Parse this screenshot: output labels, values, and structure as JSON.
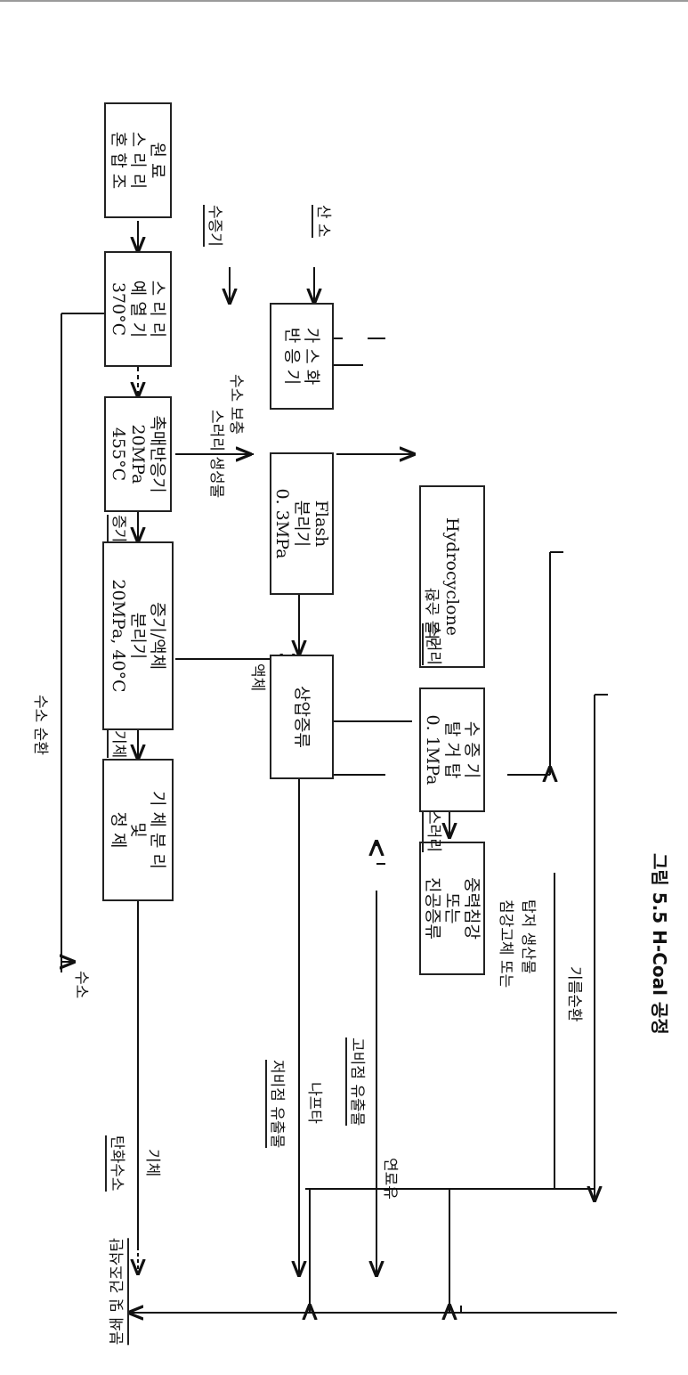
{
  "figure": {
    "caption": "그림 5.5  H-Coal 공정"
  },
  "boxes": {
    "slurry_mix": [
      "원 료",
      "스 리 리",
      "혼 합 조"
    ],
    "slurry_preheater": [
      "스 리 리",
      "예 열 기",
      "370°C"
    ],
    "catalytic_reactor": [
      "촉매반응기",
      "20MPa",
      "455°C"
    ],
    "vapor_liquid_separator": [
      "증기/액체",
      "분리기",
      "20MPa, 40°C"
    ],
    "gas_separation": [
      "기 체 분 리",
      "및",
      "정      제"
    ],
    "gasifier": [
      "가 스 화",
      "반 응 기"
    ],
    "flash_separator": [
      "Flash",
      "분리기",
      "0. 3MPa"
    ],
    "atmospheric_distillation": [
      "상압증류"
    ],
    "hydrocyclone": [
      "Hydrocyclone"
    ],
    "steam_stripper": [
      "수 증 기",
      "탈 거 탑",
      "0. 1MPa"
    ],
    "heavy_oil_separation": [
      "중력침강",
      "또는",
      "진공증류"
    ]
  },
  "labels": {
    "coal_feed": "분쇄 및 건조석탄",
    "hydrogen_recycle": "수소 순환",
    "hydrogen_makeup": "수소 보충",
    "steam_in": "수증기",
    "oxygen_in": "산 소",
    "slurry_product": "스러리 생성물",
    "vapor_1": "증기",
    "gas_1": "기체",
    "hydrogen": "수소",
    "hydrocarbon_gas_1": "탄화수소",
    "hydrocarbon_gas_2": "기체",
    "liquid": "액체",
    "low_boiling_1": "저비점 유출물",
    "low_boiling_2": "나프타",
    "high_boiling": "고비점 유출물",
    "fuel_oil": "연료유",
    "slurry_a": "스러리",
    "slurry_b": "스러리",
    "oil_recycle_1": "기름 순환",
    "oil_recycle_2": "기름순환",
    "residue_1": "침강고체 또는",
    "residue_2": "탑저 생산물"
  }
}
